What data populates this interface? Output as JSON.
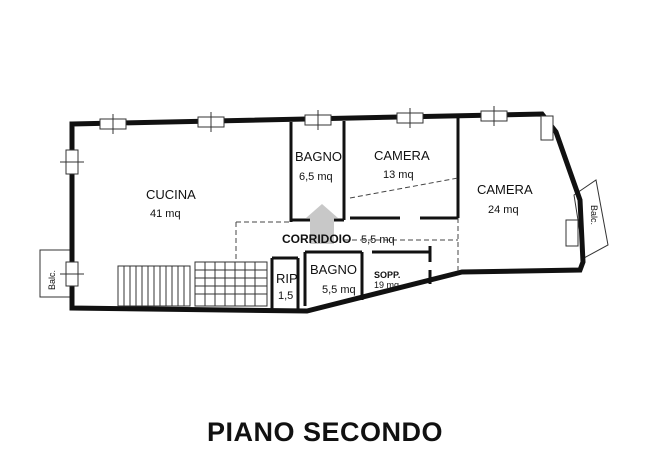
{
  "plan": {
    "title": "PIANO SECONDO",
    "rooms": [
      {
        "id": "cucina",
        "name": "CUCINA",
        "area": "41 mq"
      },
      {
        "id": "bagno1",
        "name": "BAGNO",
        "area": "6,5 mq"
      },
      {
        "id": "camera1",
        "name": "CAMERA",
        "area": "13 mq"
      },
      {
        "id": "camera2",
        "name": "CAMERA",
        "area": "24 mq"
      },
      {
        "id": "corridoio",
        "name": "CORRIDOIO",
        "area": "5,5 mq"
      },
      {
        "id": "rip",
        "name": "RIP",
        "area": "1,5"
      },
      {
        "id": "bagno2",
        "name": "BAGNO",
        "area": "5,5 mq"
      },
      {
        "id": "sopp",
        "name": "SOPP.",
        "area": "19 mq"
      }
    ],
    "balconies": [
      {
        "id": "balc-left",
        "label": "Balc."
      },
      {
        "id": "balc-right",
        "label": "Balc."
      }
    ]
  }
}
